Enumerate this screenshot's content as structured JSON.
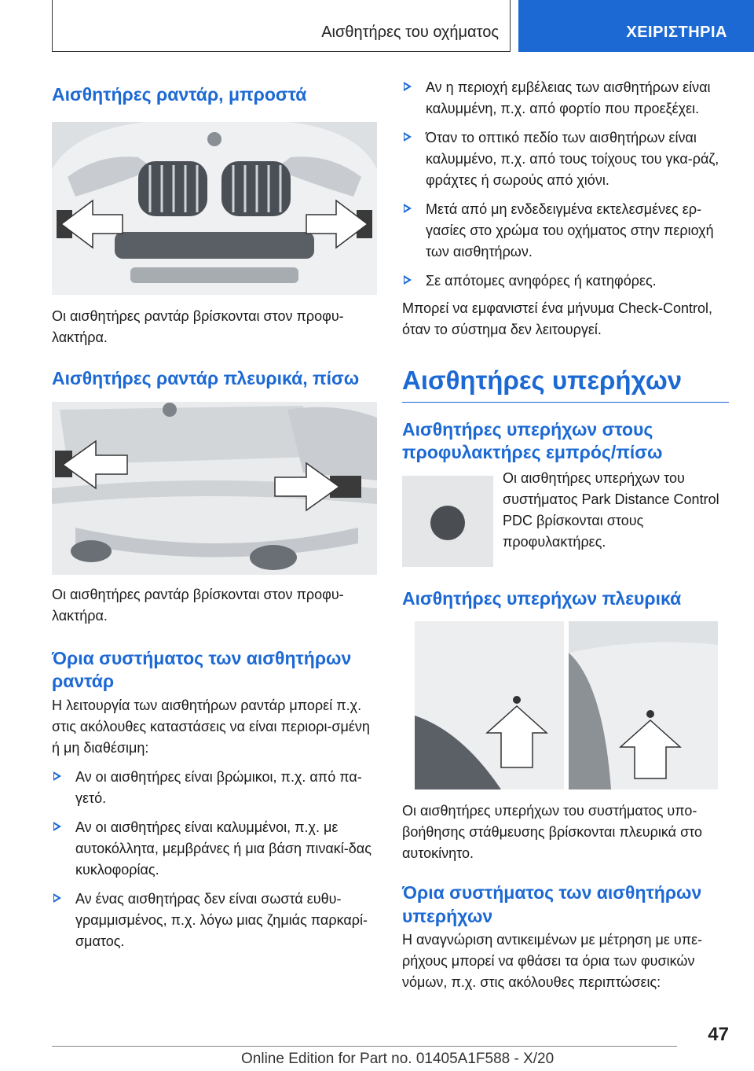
{
  "header": {
    "section": "Αισθητήρες του οχήματος",
    "chapter": "ΧΕΙΡΙΣΤΗΡΙΑ"
  },
  "left": {
    "h_front": "Αισθητήρες ραντάρ, μπροστά",
    "p_front": "Οι αισθητήρες ραντάρ βρίσκονται στον προφυ-λακτήρα.",
    "h_side": "Αισθητήρες ραντάρ πλευρικά, πίσω",
    "p_side": "Οι αισθητήρες ραντάρ βρίσκονται στον προφυ-λακτήρα.",
    "h_limits": "Όρια συστήματος των αισθητήρων ραντάρ",
    "p_limits": "Η λειτουργία των αισθητήρων ραντάρ μπορεί π.χ. στις ακόλουθες καταστάσεις να είναι περιορι-σμένη ή μη διαθέσιμη:",
    "bullets": [
      "Αν οι αισθητήρες είναι βρώμικοι, π.χ. από πα-γετό.",
      "Αν οι αισθητήρες είναι καλυμμένοι, π.χ. με αυτοκόλλητα, μεμβράνες ή μια βάση πινακί-δας κυκλοφορίας.",
      "Αν ένας αισθητήρας δεν είναι σωστά ευθυ-γραμμισμένος, π.χ. λόγω μιας ζημιάς παρκαρί-σματος."
    ]
  },
  "right": {
    "bullets": [
      "Αν η περιοχή εμβέλειας των αισθητήρων είναι καλυμμένη, π.χ. από φορτίο που προεξέχει.",
      "Όταν το οπτικό πεδίο των αισθητήρων είναι καλυμμένο, π.χ. από τους τοίχους του γκα-ράζ, φράχτες ή σωρούς από χιόνι.",
      "Μετά από μη ενδεδειγμένα εκτελεσμένες ερ-γασίες στο χρώμα του οχήματος στην περιοχή των αισθητήρων.",
      "Σε απότομες ανηφόρες ή κατηφόρες."
    ],
    "p_checkcontrol": "Μπορεί να εμφανιστεί ένα μήνυμα Check-Control, όταν το σύστημα δεν λειτουργεί.",
    "h_ultra": "Αισθητήρες υπερήχων",
    "h_bumpers": "Αισθητήρες υπερήχων στους προφυλακτήρες εμπρός/πίσω",
    "p_bumpers": "Οι αισθητήρες υπερήχων του συστήματος Park Distance Control PDC βρίσκονται στους προφυλακτήρες.",
    "h_ultra_side": "Αισθητήρες υπερήχων πλευρικά",
    "p_ultra_side": "Οι αισθητήρες υπερήχων του συστήματος υπο-βοήθησης στάθμευσης βρίσκονται πλευρικά στο αυτοκίνητο.",
    "h_ultra_limits": "Όρια συστήματος των αισθητήρων υπερήχων",
    "p_ultra_limits": "Η αναγνώριση αντικειμένων με μέτρηση με υπε-ρήχους μπορεί να φθάσει τα όρια των φυσικών νόμων, π.χ. στις ακόλουθες περιπτώσεις:"
  },
  "footer": {
    "page": "47",
    "edition": "Online Edition for Part no. 01405A1F588 - X/20"
  }
}
